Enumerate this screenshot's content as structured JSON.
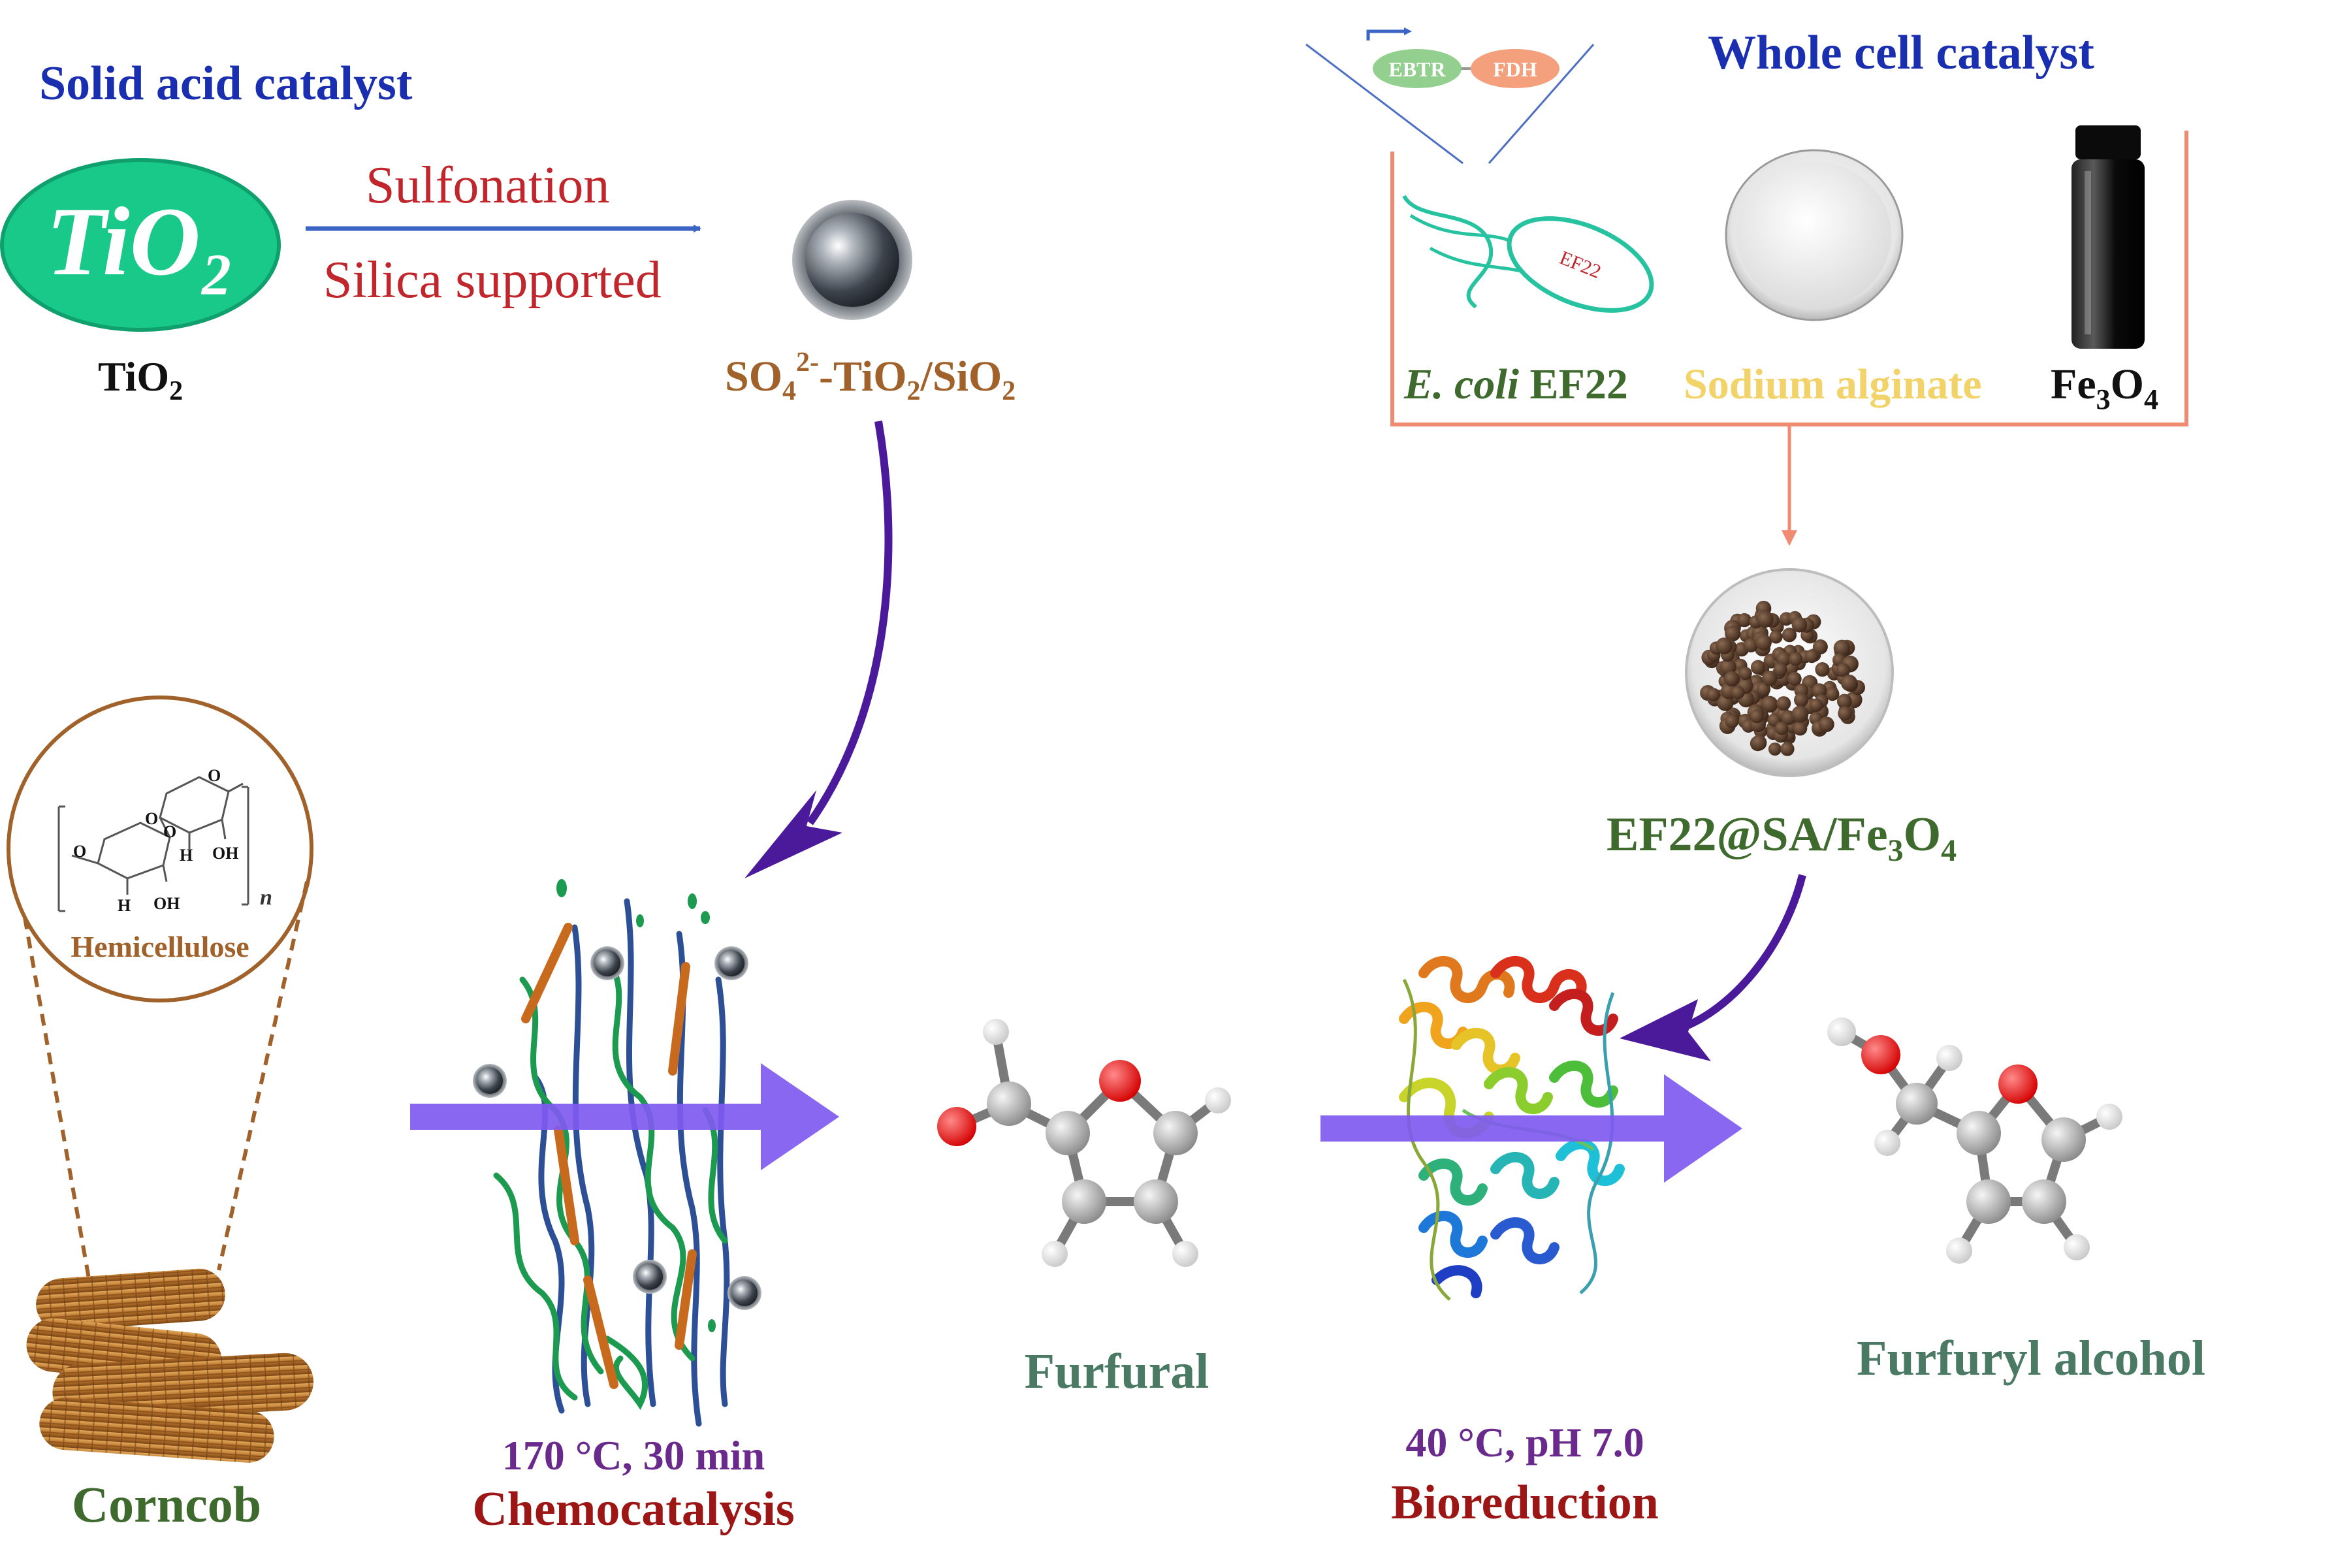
{
  "labels": {
    "solid_acid_catalyst": "Solid acid catalyst",
    "tio2_logo": "TiO₂",
    "sulfonation": "Sulfonation",
    "silica_supported": "Silica supported",
    "tio2": "TiO",
    "tio2_sub": "2",
    "so4_a": "SO",
    "so4_sub": "4",
    "so4_sup": "2-",
    "so4_b": "-TiO",
    "so4_sub2": "2",
    "so4_c": "/SiO",
    "so4_sub3": "2",
    "whole_cell_catalyst": "Whole cell catalyst",
    "ebtr": "EBTR",
    "fdh": "FDH",
    "ef22_cell": "EF22",
    "ecoli_italic": "E. coli",
    "ecoli_rest": " EF22",
    "sodium_alginate": "Sodium alginate",
    "fe3o4_a": "Fe",
    "fe3o4_sub": "3",
    "fe3o4_b": "O",
    "fe3o4_sub2": "4",
    "ef22sa_a": "EF22@SA/Fe",
    "ef22sa_sub": "3",
    "ef22sa_b": "O",
    "ef22sa_sub2": "4",
    "hemicellulose": "Hemicellulose",
    "hemi_n": "n",
    "hemi_o": "O",
    "hemi_h": "H",
    "hemi_oh": "OH",
    "corncob": "Corncob",
    "cond_chemo": "170 °C, 30 min",
    "chemocatalysis": "Chemocatalysis",
    "furfural": "Furfural",
    "cond_bio": "40 °C, pH 7.0",
    "bioreduction": "Bioreduction",
    "furfuryl_alcohol": "Furfuryl alcohol"
  },
  "colors": {
    "title_blue": "#1a2fb0",
    "sulfonation_red": "#c0262c",
    "brown": "#a0622a",
    "teal": "#4a7a64",
    "green": "#3f6a2e",
    "dark_red": "#9c1616",
    "purple_text": "#6a2a8c",
    "arrow_purple": "#7f5af0",
    "curve_arrow": "#4b1a9a",
    "box_border": "#f08a70",
    "tio2_green": "#19c98a"
  },
  "icons": [
    "tio2-oval-icon",
    "nanoparticle-icon",
    "ecoli-cell-icon",
    "sodium-alginate-dish-icon",
    "fe3o4-vial-icon",
    "bead-dish-icon",
    "hemicellulose-structure-icon",
    "corncob-icon",
    "polymer-fibers-icon",
    "furfural-molecule-icon",
    "enzyme-structure-icon",
    "furfuryl-alcohol-molecule-icon"
  ]
}
